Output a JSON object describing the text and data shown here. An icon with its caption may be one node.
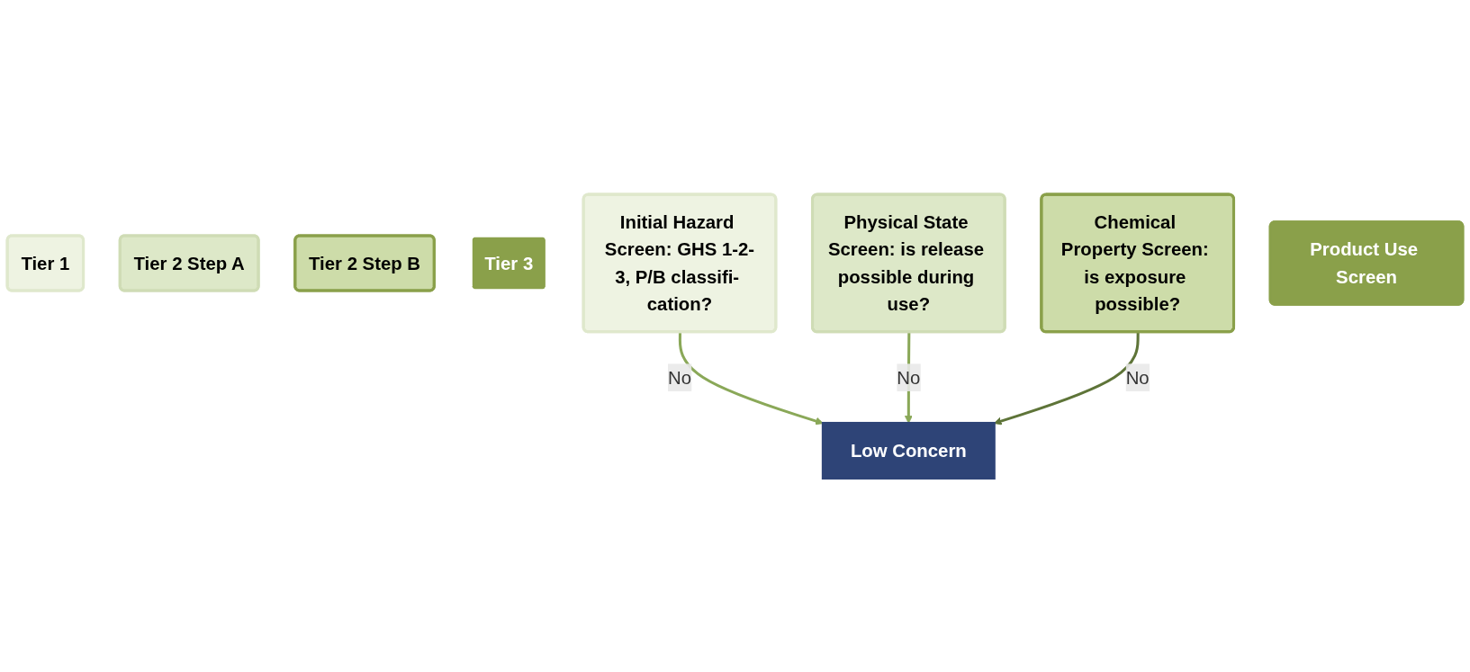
{
  "diagram": {
    "nodes": [
      {
        "text": [
          "Tier 1"
        ]
      },
      {
        "text": [
          "Tier 2 Step A"
        ]
      },
      {
        "text": [
          "Tier 2 Step B"
        ]
      },
      {
        "text": [
          "Tier 3"
        ]
      },
      {
        "text": [
          "Initial Hazard Screen: GHS 1-2-3, P/B classifi- cation?"
        ]
      },
      {
        "text": [
          "Physical State Screen: is release possible during use?"
        ]
      },
      {
        "text": [
          "Chemical Property Screen: is exposure possible?"
        ]
      },
      {
        "text": [
          "Product Use Screen"
        ]
      },
      {
        "text": [
          "Low Concern"
        ]
      }
    ],
    "edges": [
      {
        "from": 4,
        "to": 8,
        "arrow": "to",
        "label": "No"
      },
      {
        "from": 5,
        "to": 8,
        "arrow": "to",
        "label": "No"
      },
      {
        "from": 6,
        "to": 8,
        "arrow": "to",
        "label": "No",
        "color": "#5e7438"
      }
    ]
  }
}
